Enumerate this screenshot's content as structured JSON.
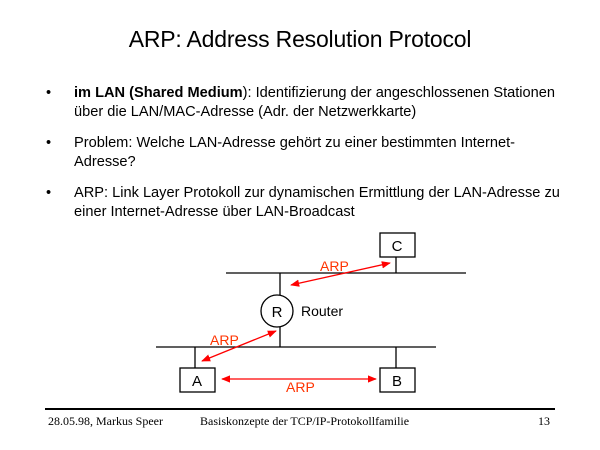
{
  "slide": {
    "title": "ARP: Address Resolution Protocol",
    "bullets": [
      {
        "bold": "im LAN (Shared Medium",
        "text": "): Identifizierung der angeschlossenen Stationen über die LAN/MAC-Adresse (Adr. der Netzwerkkarte)"
      },
      {
        "bold": "",
        "text": "Problem: Welche LAN-Adresse gehört zu einer bestimmten Internet-Adresse?"
      },
      {
        "bold": "",
        "text": "ARP: Link Layer Protokoll zur dynamischen Ermittlung der LAN-Adresse zu einer Internet-Adresse über LAN-Broadcast"
      }
    ],
    "bullet_glyph": "•"
  },
  "diagram": {
    "nodes": {
      "a": "A",
      "b": "B",
      "c": "C",
      "router": "R"
    },
    "router_label": "Router",
    "arrow_labels": {
      "router_c": "ARP",
      "a_router": "ARP",
      "a_b": "ARP"
    },
    "colors": {
      "arrow": "#ff0000",
      "arrow_label": "#ff3300",
      "line": "#000000"
    }
  },
  "footer": {
    "left": "28.05.98, Markus Speer",
    "center": "Basiskonzepte der TCP/IP-Protokollfamilie",
    "page": "13"
  }
}
